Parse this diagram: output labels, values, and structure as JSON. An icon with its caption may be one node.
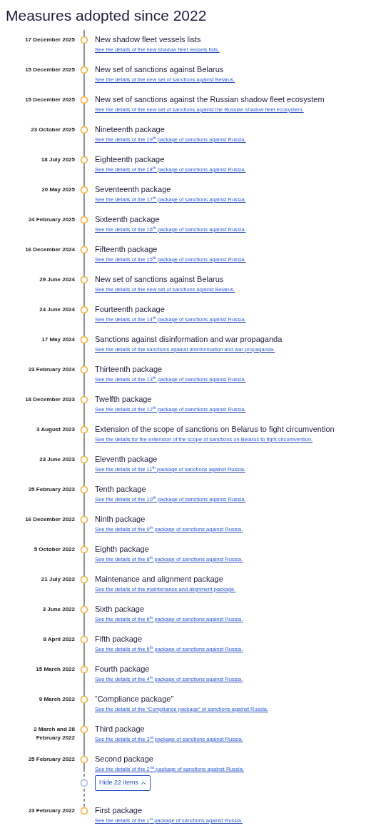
{
  "diagram": {
    "title": "Measures adopted since 2022",
    "nodes": [
      {
        "text": [
          "New shadow fleet vessels lists",
          "See the details of the new shadow fleet vessels lists."
        ],
        "beside": [
          "17 December 2025"
        ]
      },
      {
        "text": [
          "New set of sanctions against Belarus",
          "See the details of the new set of sanctions against Belarus."
        ],
        "beside": [
          "15 December 2025"
        ]
      },
      {
        "text": [
          "New set of sanctions against the Russian shadow fleet ecosystem",
          "See the details of the new set of sanctions against the Russian shadow fleet ecosystem."
        ],
        "beside": [
          "15 December 2025"
        ]
      },
      {
        "text": [
          "Nineteenth package",
          "See the details of the 19$^{th}$ package of sanctions against Russia."
        ],
        "beside": [
          "23 October 2025"
        ]
      },
      {
        "text": [
          "Eighteenth package",
          "See the details of the 18$^{th}$ package of sanctions against Russia."
        ],
        "beside": [
          "18 July 2025"
        ]
      },
      {
        "text": [
          "Seventeenth package",
          "See the details of the 17$^{th}$ package of sanctions against Russia."
        ],
        "beside": [
          "20 May 2025"
        ]
      },
      {
        "text": [
          "Sixteenth package",
          "See the details of the 16$^{th}$ package of sanctions against Russia."
        ],
        "beside": [
          "24 February 2025"
        ]
      },
      {
        "text": [
          "Fifteenth package",
          "See the details of the 15$^{th}$ package of sanctions against Russia."
        ],
        "beside": [
          "16 December 2024"
        ]
      },
      {
        "text": [
          "New set of sanctions against Belarus",
          "See the details of the new set of sanctions against Belarus."
        ],
        "beside": [
          "29 June 2024"
        ]
      },
      {
        "text": [
          "Fourteenth package",
          "See the details of the 14$^{th}$ package of sanctions against Russia."
        ],
        "beside": [
          "24 June 2024"
        ]
      },
      {
        "text": [
          "Sanctions against disinformation and war propaganda",
          "See the details of the sanctions against disinformation and war propaganda."
        ],
        "beside": [
          "17 May 2024"
        ]
      },
      {
        "text": [
          "Thirteenth package",
          "See the details of the 13$^{th}$ package of sanctions against Russia."
        ],
        "beside": [
          "23 February 2024"
        ]
      },
      {
        "text": [
          "Twelfth package",
          "See the details of the 12$^{th}$ package of sanctions against Russia."
        ],
        "beside": [
          "18 December 2023"
        ]
      },
      {
        "text": [
          "Extension of the scope of sanctions on Belarus to fight circumvention",
          "See the details for the extension of the scope of sanctions on Belarus to fight circumvention."
        ],
        "beside": [
          "3 August 2023"
        ]
      },
      {
        "text": [
          "Eleventh package",
          "See the details of the 11$^{th}$ package of sanctions against Russia."
        ],
        "beside": [
          "23 June 2023"
        ]
      },
      {
        "text": [
          "Tenth package",
          "See the details of the 10$^{th}$ package of sanctions against Russia."
        ],
        "beside": [
          "25 February 2023"
        ]
      },
      {
        "text": [
          "Ninth package",
          "See the details of the 9$^{th}$ package of sanctions against Russia."
        ],
        "beside": [
          "16 December 2022"
        ]
      },
      {
        "text": [
          "Eighth package",
          "See the details of the 8$^{th}$ package of sanctions against Russia."
        ],
        "beside": [
          "5 October 2022"
        ]
      },
      {
        "text": [
          "Maintenance and alignment package",
          "See the details of the maintenance and alignment package."
        ],
        "beside": [
          "21 July 2022"
        ]
      },
      {
        "text": [
          "Sixth package",
          "See the details of the 6$^{th}$ package of sanctions against Russia."
        ],
        "beside": [
          "3 June 2022"
        ]
      },
      {
        "text": [
          "Fifth package",
          "See the details of the 5$^{th}$ package of sanctions against Russia."
        ],
        "beside": [
          "8 April 2022"
        ]
      },
      {
        "text": [
          "Fourth package",
          "See the details of the 4$^{th}$ package of sanctions against Russia."
        ],
        "beside": [
          "15 March 2022"
        ]
      },
      {
        "text": [
          "“Compliance package”",
          "See the details of the “Compliance package” of sanctions against Russia."
        ],
        "beside": [
          "9 March 2022"
        ]
      },
      {
        "text": [
          "Third package",
          "See the details of the 3$^{rd}$ package of sanctions against Russia."
        ],
        "beside": [
          "2 March and 28 February 2022"
        ]
      },
      {
        "text": [
          "Second package",
          "See the details of the 2$^{nd}$ package of sanctions against Russia."
        ],
        "beside": [
          "25 February 2022"
        ]
      },
      {
        "text": [
          "First package",
          "See the details of the 1$^{st}$ package of sanctions against Russia."
        ],
        "beside": [
          "23 February 2022"
        ]
      }
    ],
    "labels": [
      "Hide 22 items"
    ]
  }
}
